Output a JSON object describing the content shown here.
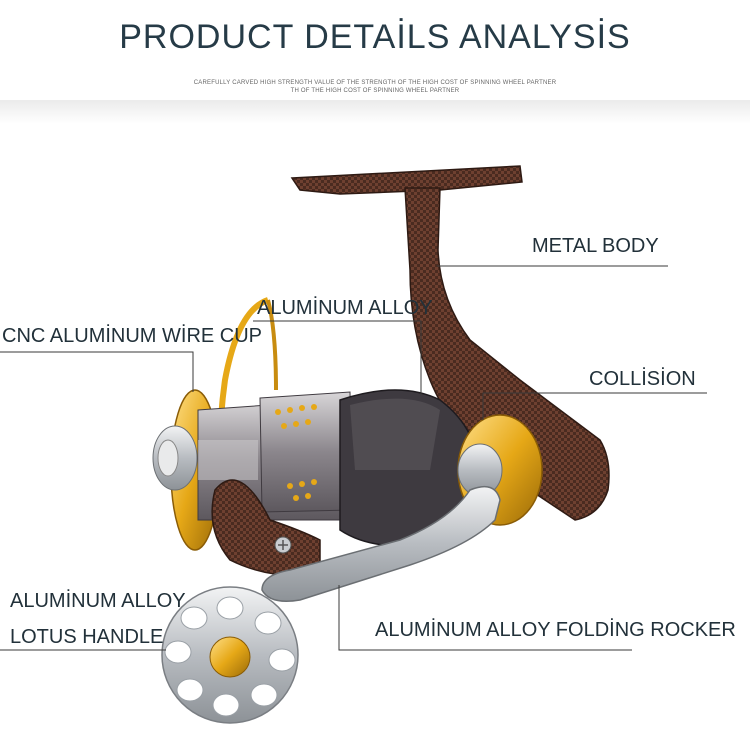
{
  "header": {
    "title": "PRODUCT DETAİLS ANALYSİS",
    "subtitle_line1": "CAREFULLY CARVED HIGH STRENGTH VALUE OF THE STRENGTH OF THE HIGH COST OF SPINNING WHEEL PARTNER",
    "subtitle_line2": "TH OF THE HIGH COST OF SPINNING WHEEL PARTNER"
  },
  "callouts": {
    "metal_body": "METAL BODY",
    "aluminum_alloy_top": "ALUMİNUM ALLOY",
    "cnc_wire_cup": "CNC ALUMİNUM WİRE CUP",
    "collision": "COLLİSİON",
    "aluminum_alloy_handle_line1": "ALUMİNUM ALLOY",
    "aluminum_alloy_handle_line2": "LOTUS HANDLE",
    "folding_rocker": "ALUMİNUM ALLOY FOLDİNG ROCKER"
  },
  "colors": {
    "title": "#263b47",
    "body_brown": "#5a3427",
    "gold": "#e6a817",
    "silver": "#c9ccd0"
  }
}
